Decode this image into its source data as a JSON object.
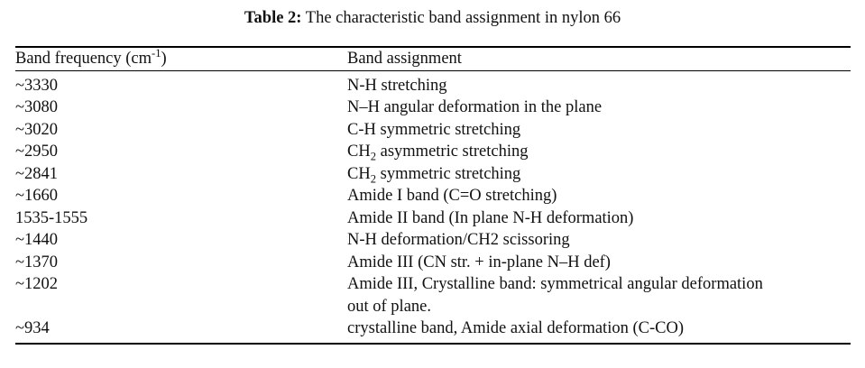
{
  "caption": {
    "label": "Table 2:",
    "text": "The characteristic band assignment in nylon 66"
  },
  "table": {
    "columns": {
      "frequency_header_prefix": "Band frequency (cm",
      "frequency_header_sup": "-1",
      "frequency_header_suffix": ")",
      "assignment_header": "Band assignment"
    },
    "rows": [
      {
        "frequency": "~3330",
        "assignment": "N-H stretching"
      },
      {
        "frequency": "~3080",
        "assignment": "N–H angular deformation in the plane"
      },
      {
        "frequency": "~3020",
        "assignment": "C-H symmetric stretching"
      },
      {
        "frequency": "~2950",
        "assignment_prefix": "CH",
        "assignment_sub": "2",
        "assignment_suffix": " asymmetric stretching"
      },
      {
        "frequency": "~2841",
        "assignment_prefix": "CH",
        "assignment_sub": "2",
        "assignment_suffix": " symmetric stretching"
      },
      {
        "frequency": "~1660",
        "assignment": "Amide I band (C=O stretching)"
      },
      {
        "frequency": "1535-1555",
        "assignment": "Amide II band (In plane N-H deformation)"
      },
      {
        "frequency": "~1440",
        "assignment": "N-H deformation/CH2 scissoring"
      },
      {
        "frequency": "~1370",
        "assignment": "Amide III (CN str. + in-plane N–H def)"
      },
      {
        "frequency": "~1202",
        "assignment_line1": "Amide III, Crystalline band: symmetrical angular deformation",
        "assignment_line2": "out of plane."
      },
      {
        "frequency": "~934",
        "assignment": "crystalline band, Amide axial deformation (C-CO)"
      }
    ]
  }
}
